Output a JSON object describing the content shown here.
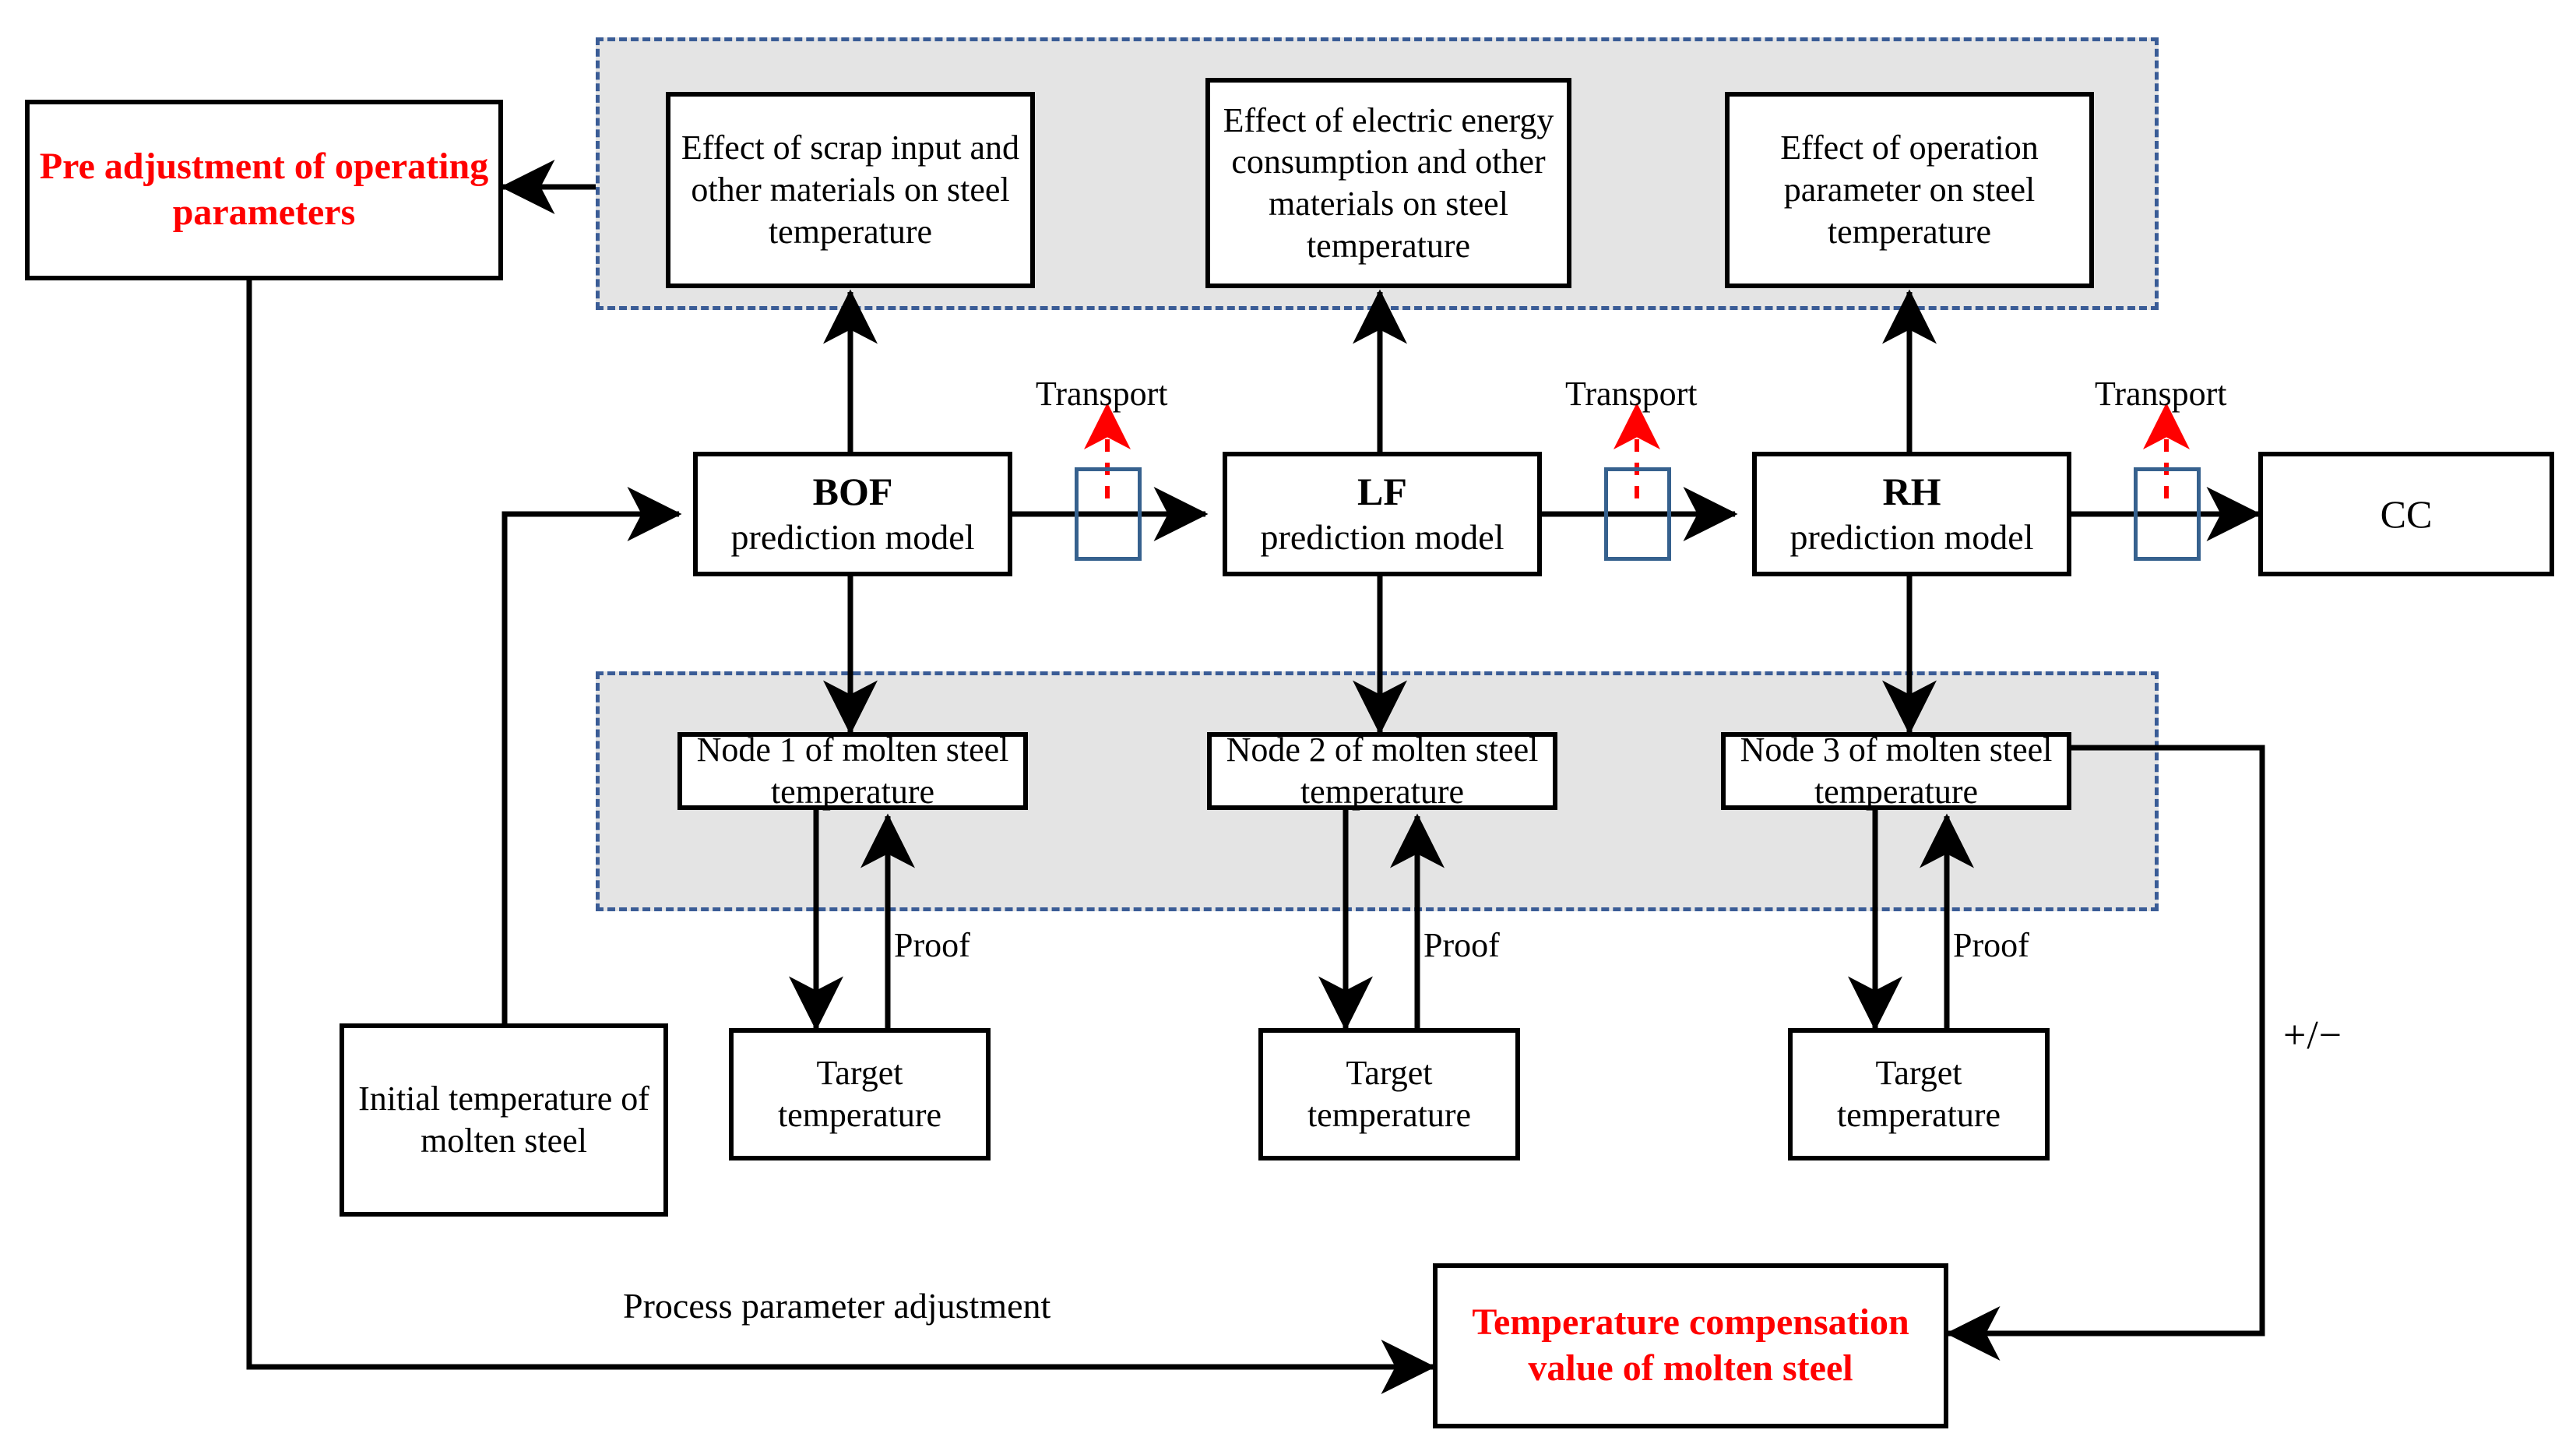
{
  "diagram": {
    "title": "Molten steel temperature prediction and compensation control flow",
    "colors": {
      "band_fill": "#e4e4e4",
      "band_border": "#3a5c96",
      "box_border": "#000000",
      "highlight_text": "#ff0000",
      "transport_square": "#36618e",
      "transport_arrow": "#ff0000"
    }
  },
  "boxes": {
    "pre_adjustment": "Pre adjustment of operating parameters",
    "effect_bof": "Effect of scrap input and other materials on steel temperature",
    "effect_lf": "Effect of electric energy consumption and other materials on steel temperature",
    "effect_rh": "Effect of operation parameter on steel temperature",
    "model_bof_title": "BOF",
    "model_bof_sub": "prediction model",
    "model_lf_title": "LF",
    "model_lf_sub": "prediction model",
    "model_rh_title": "RH",
    "model_rh_sub": "prediction model",
    "cc": "CC",
    "node1": "Node 1 of molten steel temperature",
    "node2": "Node 2 of molten steel temperature",
    "node3": "Node 3 of molten steel temperature",
    "initial_temp": "Initial temperature of molten steel",
    "target1": "Target temperature",
    "target2": "Target temperature",
    "target3": "Target temperature",
    "compensation": "Temperature compensation value of molten steel"
  },
  "labels": {
    "transport1": "Transport",
    "transport2": "Transport",
    "transport3": "Transport",
    "proof1": "Proof",
    "proof2": "Proof",
    "proof3": "Proof",
    "process_parameter_adjustment": "Process parameter adjustment",
    "plus_minus": "+/−"
  }
}
